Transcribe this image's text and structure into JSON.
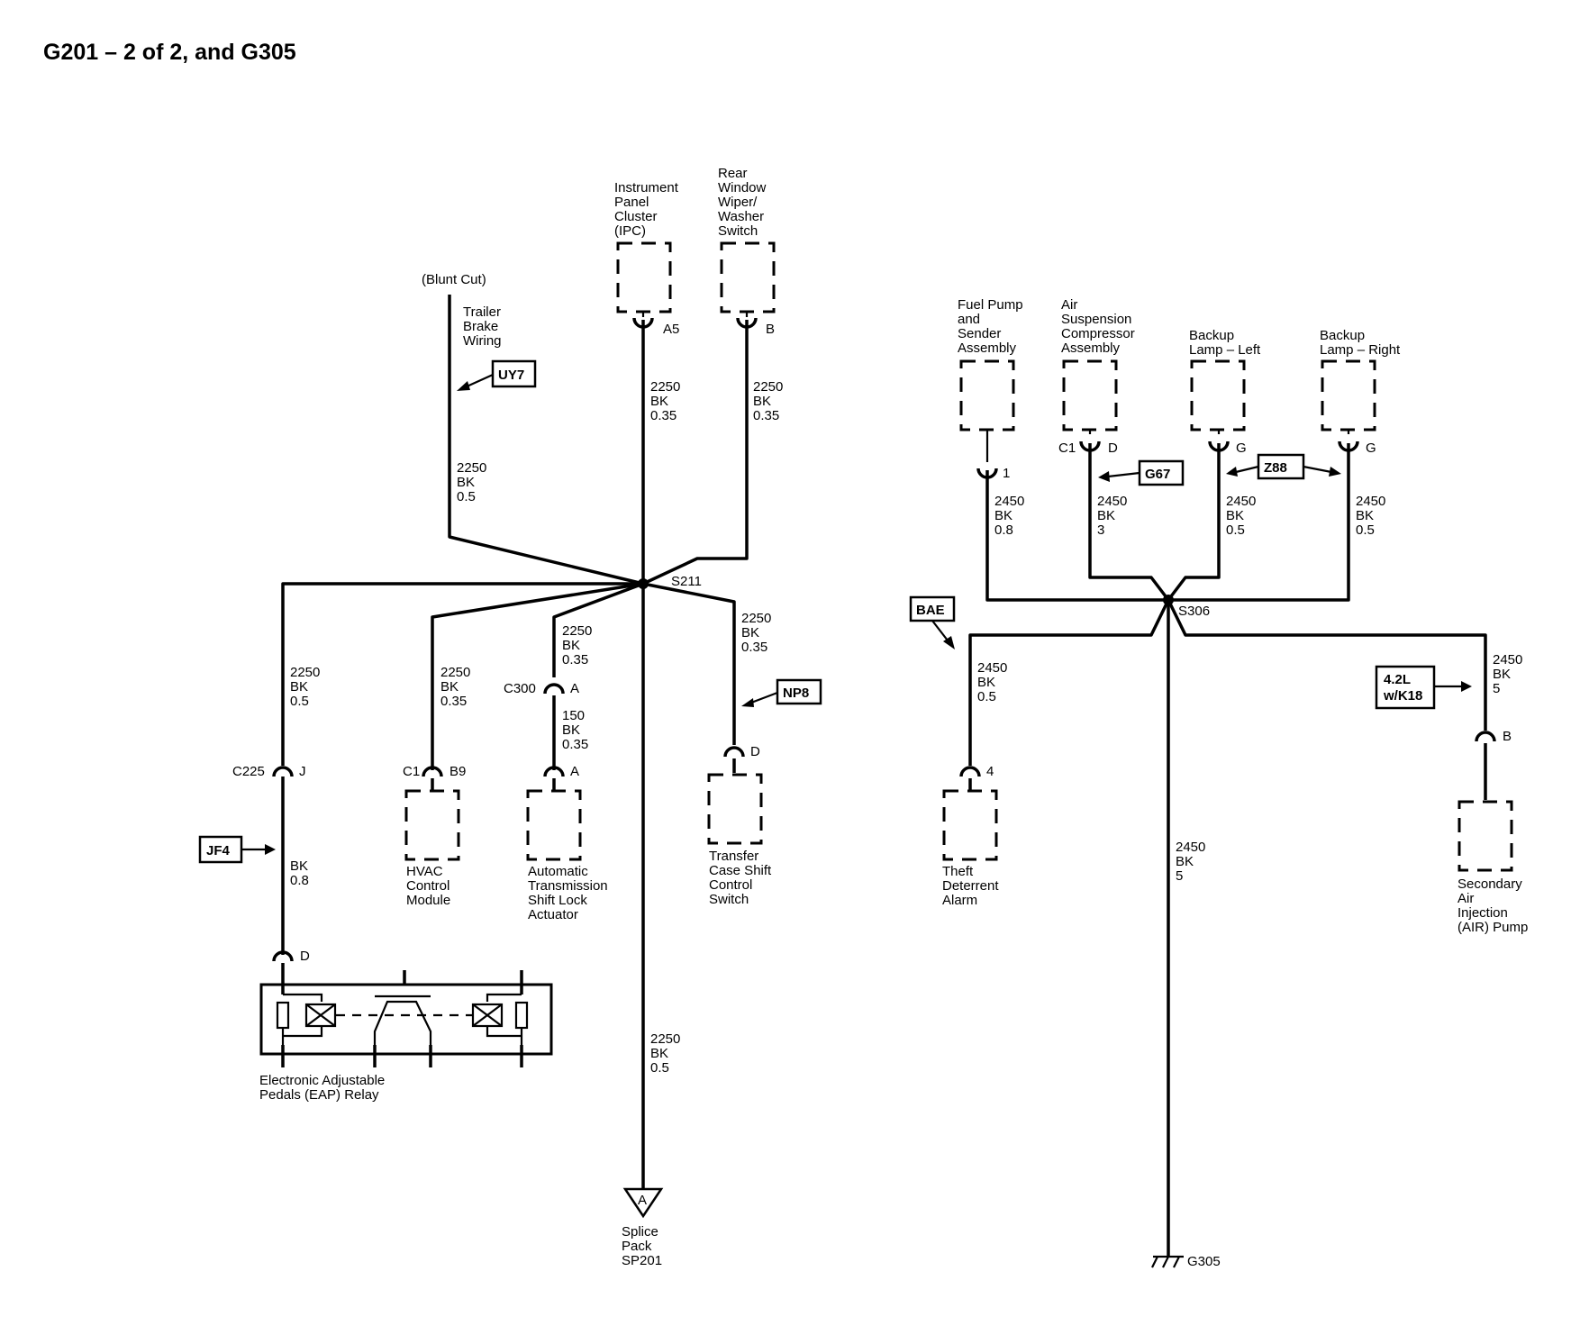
{
  "title": "G201 – 2 of 2, and G305",
  "components": {
    "ipc": [
      "Instrument",
      "Panel",
      "Cluster",
      "(IPC)"
    ],
    "rear_wiper": [
      "Rear",
      "Window",
      "Wiper/",
      "Washer",
      "Switch"
    ],
    "trailer": [
      "Trailer",
      "Brake",
      "Wiring"
    ],
    "blunt_cut": "(Blunt Cut)",
    "hvac": [
      "HVAC",
      "Control",
      "Module"
    ],
    "shift_lock": [
      "Automatic",
      "Transmission",
      "Shift Lock",
      "Actuator"
    ],
    "transfer_case": [
      "Transfer",
      "Case Shift",
      "Control",
      "Switch"
    ],
    "eap_relay": [
      "Electronic Adjustable",
      "Pedals (EAP) Relay"
    ],
    "splice_pack": [
      "Splice",
      "Pack",
      "SP201"
    ],
    "fuel_pump": [
      "Fuel Pump",
      "and",
      "Sender",
      "Assembly"
    ],
    "air_susp": [
      "Air",
      "Suspension",
      "Compressor",
      "Assembly"
    ],
    "backup_left": [
      "Backup",
      "Lamp – Left"
    ],
    "backup_right": [
      "Backup",
      "Lamp – Right"
    ],
    "theft": [
      "Theft",
      "Deterrent",
      "Alarm"
    ],
    "air_pump": [
      "Secondary",
      "Air",
      "Injection",
      "(AIR) Pump"
    ]
  },
  "wires": {
    "trailer": [
      "2250",
      "BK",
      "0.5"
    ],
    "ipc": [
      "2250",
      "BK",
      "0.35"
    ],
    "rear_wiper": [
      "2250",
      "BK",
      "0.35"
    ],
    "eap_upper": [
      "2250",
      "BK",
      "0.5"
    ],
    "eap_lower": [
      "BK",
      "0.8"
    ],
    "hvac": [
      "2250",
      "BK",
      "0.35"
    ],
    "shift_upper": [
      "2250",
      "BK",
      "0.35"
    ],
    "shift_lower": [
      "150",
      "BK",
      "0.35"
    ],
    "transfer": [
      "2250",
      "BK",
      "0.35"
    ],
    "splice": [
      "2250",
      "BK",
      "0.5"
    ],
    "fuel": [
      "2450",
      "BK",
      "0.8"
    ],
    "air_susp": [
      "2450",
      "BK",
      "3"
    ],
    "backup_left": [
      "2450",
      "BK",
      "0.5"
    ],
    "backup_right": [
      "2450",
      "BK",
      "0.5"
    ],
    "theft": [
      "2450",
      "BK",
      "0.5"
    ],
    "air_pump": [
      "2450",
      "BK",
      "5"
    ],
    "ground": [
      "2450",
      "BK",
      "5"
    ]
  },
  "connectors": {
    "ipc_pin": "A5",
    "wiper_pin": "B",
    "c225": "C225",
    "c225_pin": "J",
    "eap_pin": "D",
    "c1": "C1",
    "hvac_pin": "B9",
    "c300": "C300",
    "c300_pin": "A",
    "shift_pin": "A",
    "transfer_pin": "D",
    "fuel_pin": "1",
    "air_c1": "C1",
    "air_pin": "D",
    "backup_left_pin": "G",
    "backup_right_pin": "G",
    "theft_pin": "4",
    "air_pump_pin": "B"
  },
  "splices": {
    "s211": "S211",
    "s306": "S306",
    "splice_letter": "A"
  },
  "options": {
    "uy7": "UY7",
    "np8": "NP8",
    "jf4": "JF4",
    "g67": "G67",
    "z88": "Z88",
    "bae": "BAE",
    "engine": [
      "4.2L",
      "w/K18"
    ]
  },
  "ground": "G305",
  "colors": {
    "ink": "#000000",
    "background": "#ffffff"
  }
}
